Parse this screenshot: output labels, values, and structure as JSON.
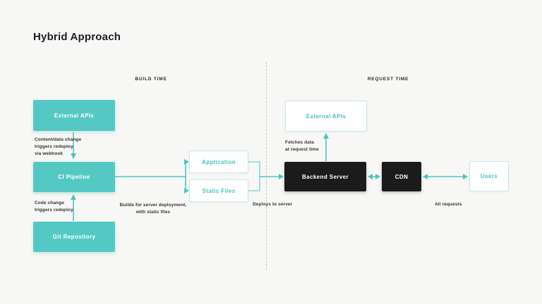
{
  "title": "Hybrid Approach",
  "sections": {
    "build_time": "BUILD TIME",
    "request_time": "REQUEST TIME"
  },
  "nodes": {
    "external_apis_build": "External APIs",
    "ci_pipeline": "CI Pipeline",
    "git_repository": "Git Repository",
    "application": "Application",
    "static_files": "Static Files",
    "external_apis_request": "External APIs",
    "backend_server": "Backend Server",
    "cdn": "CDN",
    "users": "Users"
  },
  "annotations": {
    "webhook": "Content/data change\ntriggers redeploy\nvia webhook",
    "code_change": "Code change\ntriggers redeploy",
    "builds": "Builds for server deployment,\nwith static files",
    "deploys": "Deploys to server",
    "fetches": "Fetches data\nat request time",
    "all_requests": "All requests"
  },
  "colors": {
    "background": "#f7f7f5",
    "teal_box": "#54c9c4",
    "teal_arrow": "#4cc6c1",
    "teal_bracket": "#85d9d5",
    "light_box_border": "#c6ecea",
    "light_box_text": "#3fc4be",
    "dark_box": "#1b1b1d",
    "title_text": "#1d1d1f",
    "annotation_text": "#333333",
    "divider": "#c9c9c7"
  }
}
